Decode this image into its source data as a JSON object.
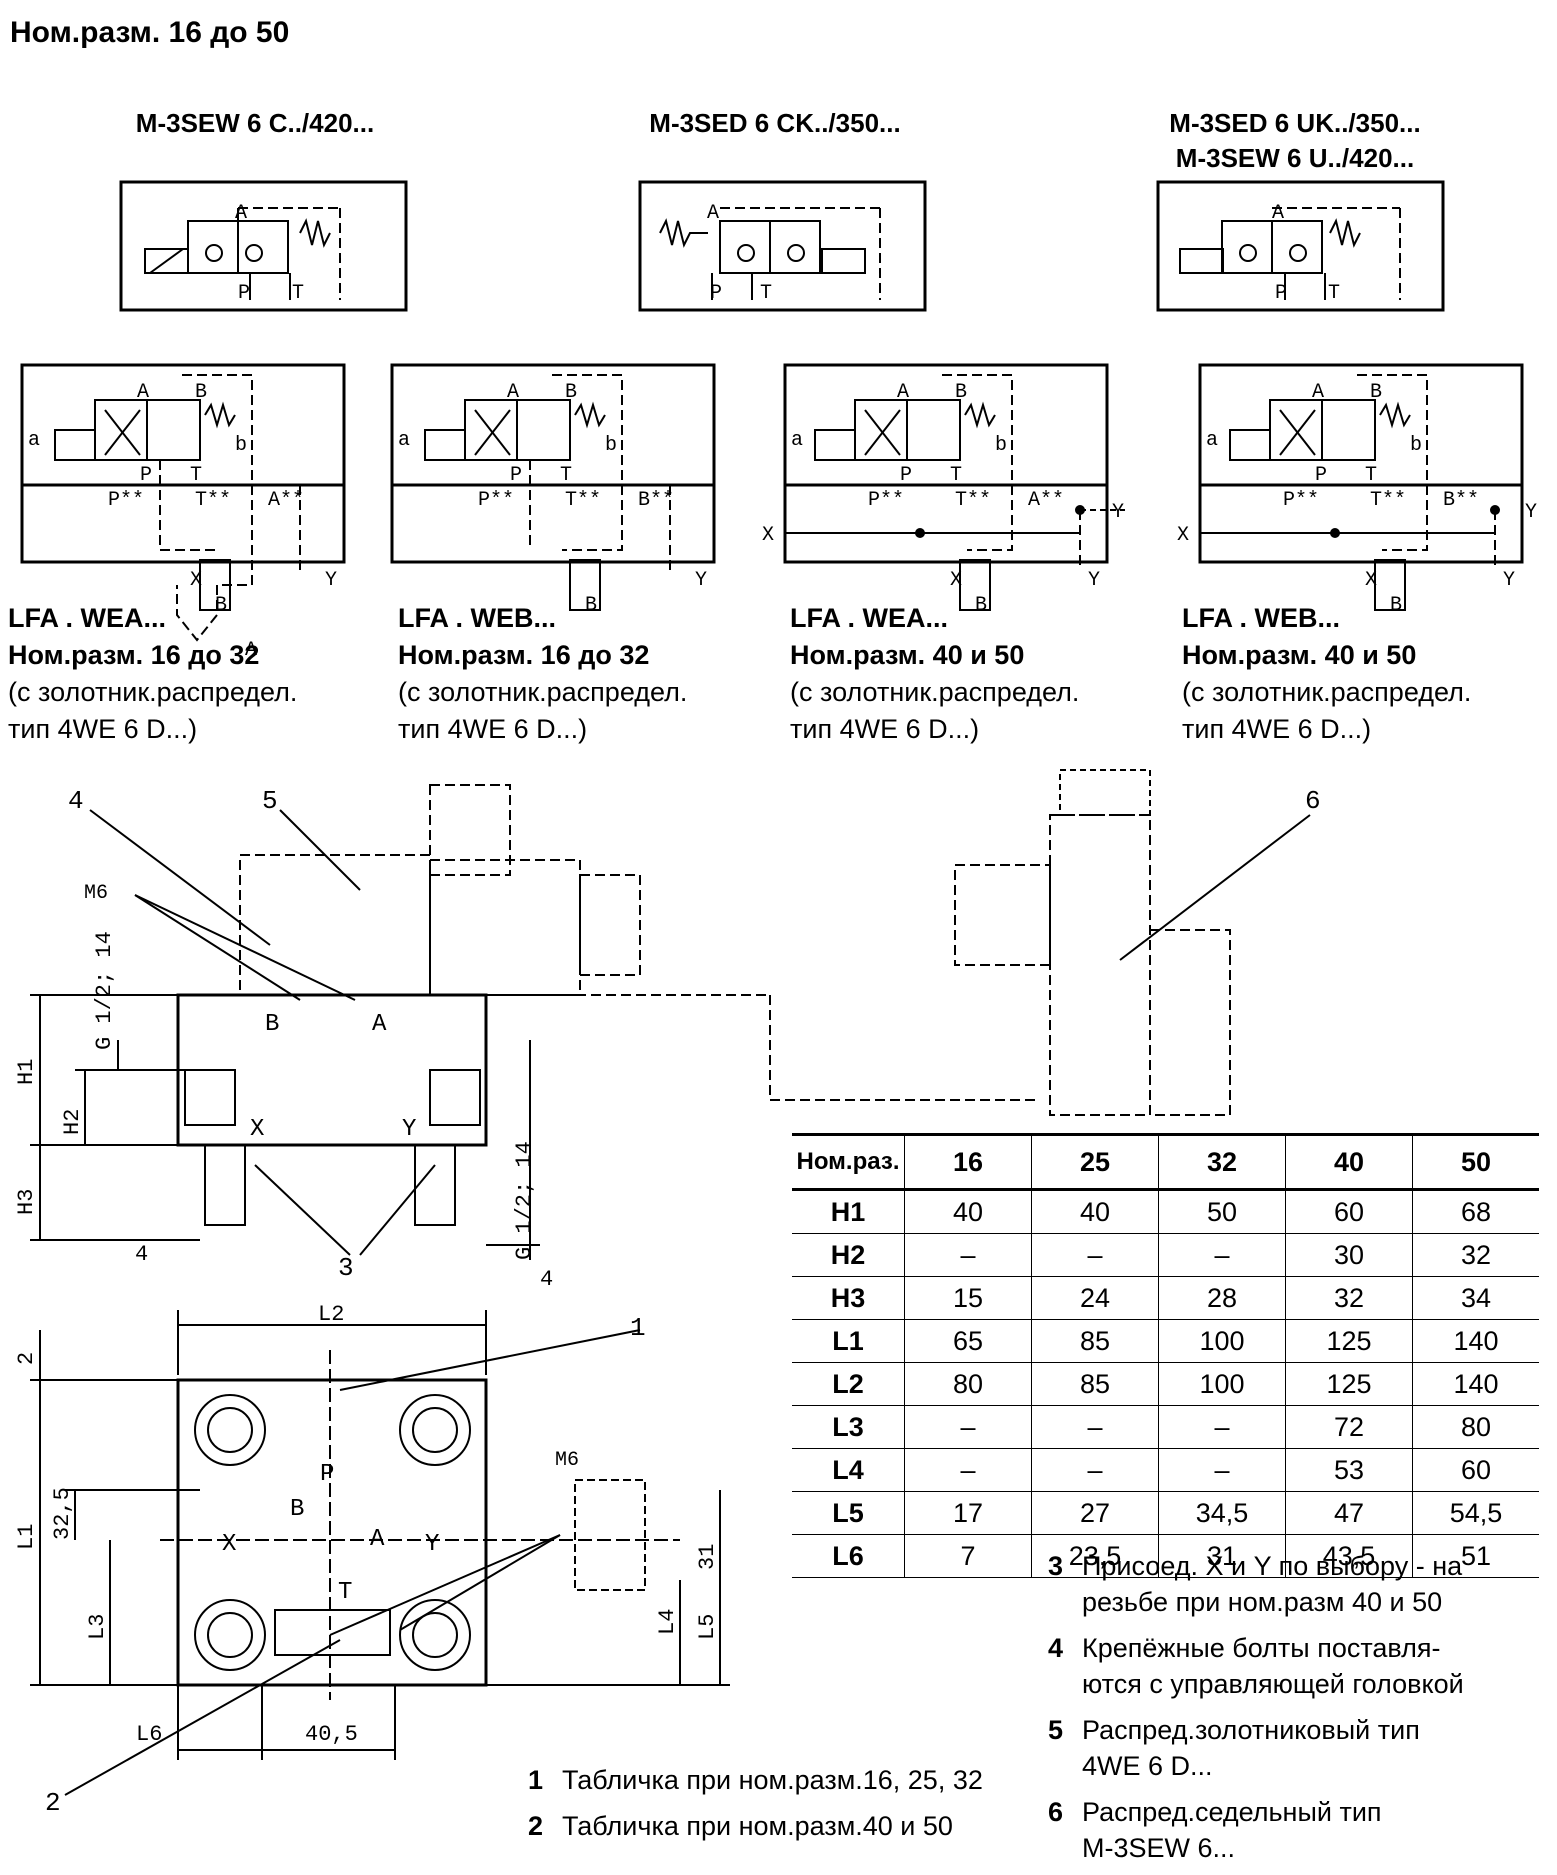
{
  "page_title": "Ном.разм. 16  до 50",
  "variants": [
    {
      "lines": [
        "M-3SEW 6 C../420..."
      ]
    },
    {
      "lines": [
        "M-3SED 6 CK../350..."
      ]
    },
    {
      "lines": [
        "M-3SED 6 UK../350...",
        "M-3SEW 6 U../420..."
      ]
    }
  ],
  "port_labels": {
    "a": "a",
    "b": "b",
    "A": "A",
    "B": "B",
    "P": "P",
    "T": "T",
    "X": "X",
    "Y": "Y",
    "p_star": "P**",
    "t_star": "T**",
    "a_star": "A**",
    "b_star": "B**"
  },
  "schematics": [
    {
      "name": "LFA . WEA...",
      "size": "Ном.разм. 16 до 32",
      "note1": "(с золотник.распредел.",
      "note2": "тип 4WE 6 D...)"
    },
    {
      "name": "LFA . WEB...",
      "size": "Ном.разм. 16 до 32",
      "note1": "(с золотник.распредел.",
      "note2": "тип 4WE 6 D...)"
    },
    {
      "name": "LFA . WEA...",
      "size": "Ном.разм. 40 и 50",
      "note1": "(с золотник.распредел.",
      "note2": "тип 4WE 6 D...)"
    },
    {
      "name": "LFA . WEB...",
      "size": "Ном.разм. 40 и 50",
      "note1": "(с золотник.распредел.",
      "note2": "тип 4WE 6 D...)"
    }
  ],
  "drawing_labels": {
    "n1": "1",
    "n2": "2",
    "n3": "3",
    "n4": "4",
    "n5": "5",
    "n6": "6",
    "m6": "M6",
    "g12": "G 1/2; 14",
    "h1": "H1",
    "h2": "H2",
    "h3": "H3",
    "l1": "L1",
    "l2": "L2",
    "l3": "L3",
    "l4": "L4",
    "l5": "L5",
    "l6": "L6",
    "d4": "4",
    "d2": "2",
    "d325": "32,5",
    "d31": "31",
    "d405": "40,5"
  },
  "table": {
    "corner": "Ном.раз.",
    "columns": [
      "16",
      "25",
      "32",
      "40",
      "50"
    ],
    "rows": [
      {
        "label": "H1",
        "values": [
          "40",
          "40",
          "50",
          "60",
          "68"
        ]
      },
      {
        "label": "H2",
        "values": [
          "–",
          "–",
          "–",
          "30",
          "32"
        ]
      },
      {
        "label": "H3",
        "values": [
          "15",
          "24",
          "28",
          "32",
          "34"
        ]
      },
      {
        "label": "L1",
        "values": [
          "65",
          "85",
          "100",
          "125",
          "140"
        ]
      },
      {
        "label": "L2",
        "values": [
          "80",
          "85",
          "100",
          "125",
          "140"
        ]
      },
      {
        "label": "L3",
        "values": [
          "–",
          "–",
          "–",
          "72",
          "80"
        ]
      },
      {
        "label": "L4",
        "values": [
          "–",
          "–",
          "–",
          "53",
          "60"
        ]
      },
      {
        "label": "L5",
        "values": [
          "17",
          "27",
          "34,5",
          "47",
          "54,5"
        ]
      },
      {
        "label": "L6",
        "values": [
          "7",
          "23,5",
          "31",
          "43,5",
          "51"
        ]
      }
    ]
  },
  "legend": [
    {
      "num": "3",
      "lines": [
        "Присоед. X и Y по выбору - на",
        "резьбе при ном.разм 40 и 50"
      ]
    },
    {
      "num": "4",
      "lines": [
        "Крепёжные болты поставля-",
        "ются с управляющей головкой"
      ]
    },
    {
      "num": "5",
      "lines": [
        "Распред.золотниковый тип",
        "4WE 6 D..."
      ]
    },
    {
      "num": "6",
      "lines": [
        "Распред.седельный тип",
        "M-3SEW 6..."
      ]
    },
    {
      "num": "1",
      "lines": [
        "Табличка при ном.разм.16, 25, 32"
      ]
    },
    {
      "num": "2",
      "lines": [
        "Табличка при ном.разм.40 и 50"
      ]
    }
  ]
}
